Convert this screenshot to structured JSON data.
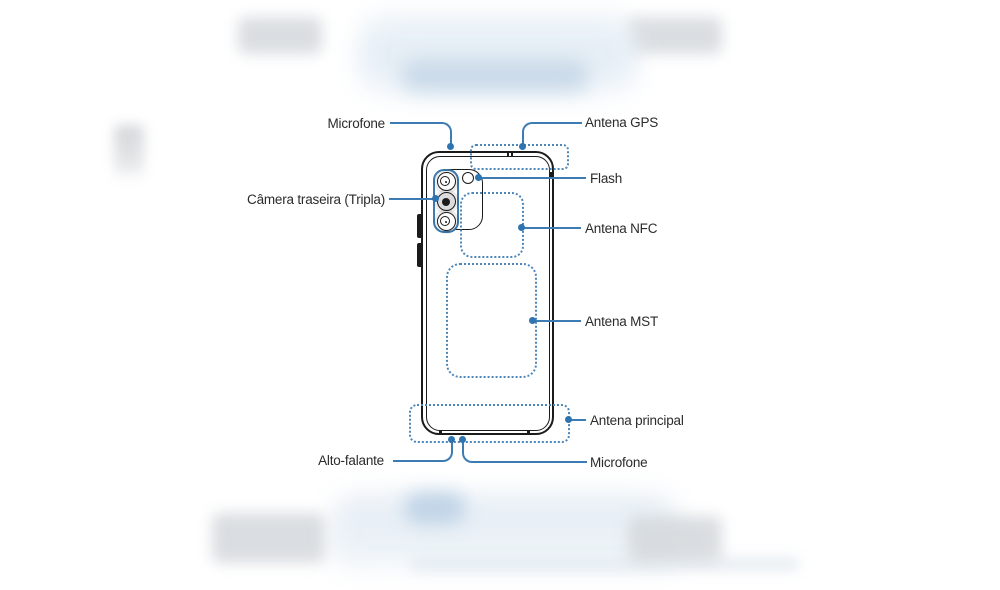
{
  "labels": {
    "mic_top": "Microfone",
    "gps": "Antena GPS",
    "camera": "Câmera traseira (Tripla)",
    "flash": "Flash",
    "nfc": "Antena NFC",
    "mst": "Antena MST",
    "principal": "Antena principal",
    "speaker": "Alto-falante",
    "mic_bottom": "Microfone"
  },
  "colors": {
    "leader_line": "#3d7cb3",
    "leader_dot": "#2d74b0",
    "dashed_region": "#4d86b8",
    "phone_outline": "#1b1b1b",
    "label_text": "#2b2b2b"
  }
}
